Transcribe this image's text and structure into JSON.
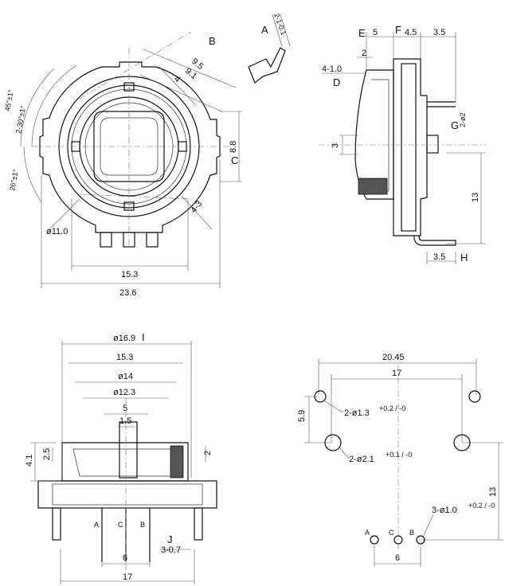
{
  "front_view": {
    "dims": {
      "w_23_6": "23.6",
      "w_15_3": "15.3",
      "d_11": "ø11.0",
      "h_8_8": "8.8",
      "d_9_5": "9.5",
      "d_9_1": "9.1",
      "d_4": "4",
      "d_4_3": "4-3",
      "ang_45": "45°±1°",
      "ang_30": "2-30°±1°",
      "ang_26": "26°±1°"
    },
    "labels": {
      "A": "A",
      "B": "B",
      "C": "C"
    },
    "detail_a": {
      "dim": "2-1-0.1"
    }
  },
  "side_view": {
    "labels": {
      "E": "E",
      "F": "F",
      "D": "D",
      "G": "G",
      "H": "H"
    },
    "dims": {
      "w_5": "5",
      "w_4_5": "4.5",
      "w_3_5_top": "3.5",
      "w_2": "2",
      "w_4_1": "4-1.0",
      "h_3": "3",
      "h_13": "13",
      "g_2": "2-ø2",
      "w_3_5_bottom": "3.5"
    }
  },
  "section_view": {
    "dims": {
      "d_16_9": "ø16.9",
      "w_15_3": "15.3",
      "d_14": "ø14",
      "d_12_3": "ø12.3",
      "w_5": "5",
      "w_1_5": "1.5",
      "h_4_1": "4.1",
      "h_2_5": "2.5",
      "h_2": "2",
      "w_6": "6",
      "w_17": "17",
      "pin_3_0_7": "3-0.7"
    },
    "pins": {
      "A": "A",
      "C": "C",
      "B": "B"
    },
    "labels": {
      "J": "J",
      "I": "I"
    }
  },
  "pcb_layout": {
    "dims": {
      "w_20_45": "20.45",
      "w_17": "17",
      "h_5_9": "5.9",
      "h_13": "13",
      "w_6": "6",
      "hole_1_3": "2-ø1.3",
      "hole_2_1": "2-ø2.1",
      "hole_1_0": "3-ø1.0"
    },
    "tol": {
      "tol_1_3": "+0.2 / -0",
      "tol_2_1": "+0.1 / -0",
      "tol_1_0": "+0.2 / -0"
    },
    "pins": {
      "A": "A",
      "C": "C",
      "B": "B"
    }
  }
}
